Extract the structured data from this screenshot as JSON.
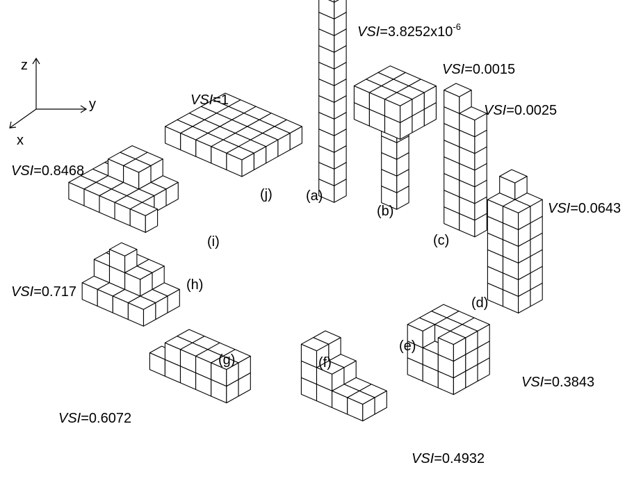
{
  "axes": {
    "z": "z",
    "y": "y",
    "x": "x"
  },
  "shapes": [
    {
      "id": "a",
      "tag": "(a)",
      "vsi_label": "VSI",
      "vsi_value": "=3.8252x10",
      "vsi_exp": "-6"
    },
    {
      "id": "b",
      "tag": "(b)",
      "vsi_label": "VSI",
      "vsi_value": "=0.0015"
    },
    {
      "id": "c",
      "tag": "(c)",
      "vsi_label": "VSI",
      "vsi_value": "=0.0025"
    },
    {
      "id": "d",
      "tag": "(d)",
      "vsi_label": "VSI",
      "vsi_value": "=0.0643"
    },
    {
      "id": "e",
      "tag": "(e)",
      "vsi_label": "VSI",
      "vsi_value": "=0.3843"
    },
    {
      "id": "f",
      "tag": "(f)",
      "vsi_label": "VSI",
      "vsi_value": "=0.4932"
    },
    {
      "id": "g",
      "tag": "(g)",
      "vsi_label": "VSI",
      "vsi_value": "=0.6072"
    },
    {
      "id": "h",
      "tag": "(h)",
      "vsi_label": "VSI",
      "vsi_value": "=0.717"
    },
    {
      "id": "i",
      "tag": "(i)",
      "vsi_label": "VSI",
      "vsi_value": "=0.8468"
    },
    {
      "id": "j",
      "tag": "(j)",
      "vsi_label": "VSI",
      "vsi_value": "=1"
    }
  ]
}
